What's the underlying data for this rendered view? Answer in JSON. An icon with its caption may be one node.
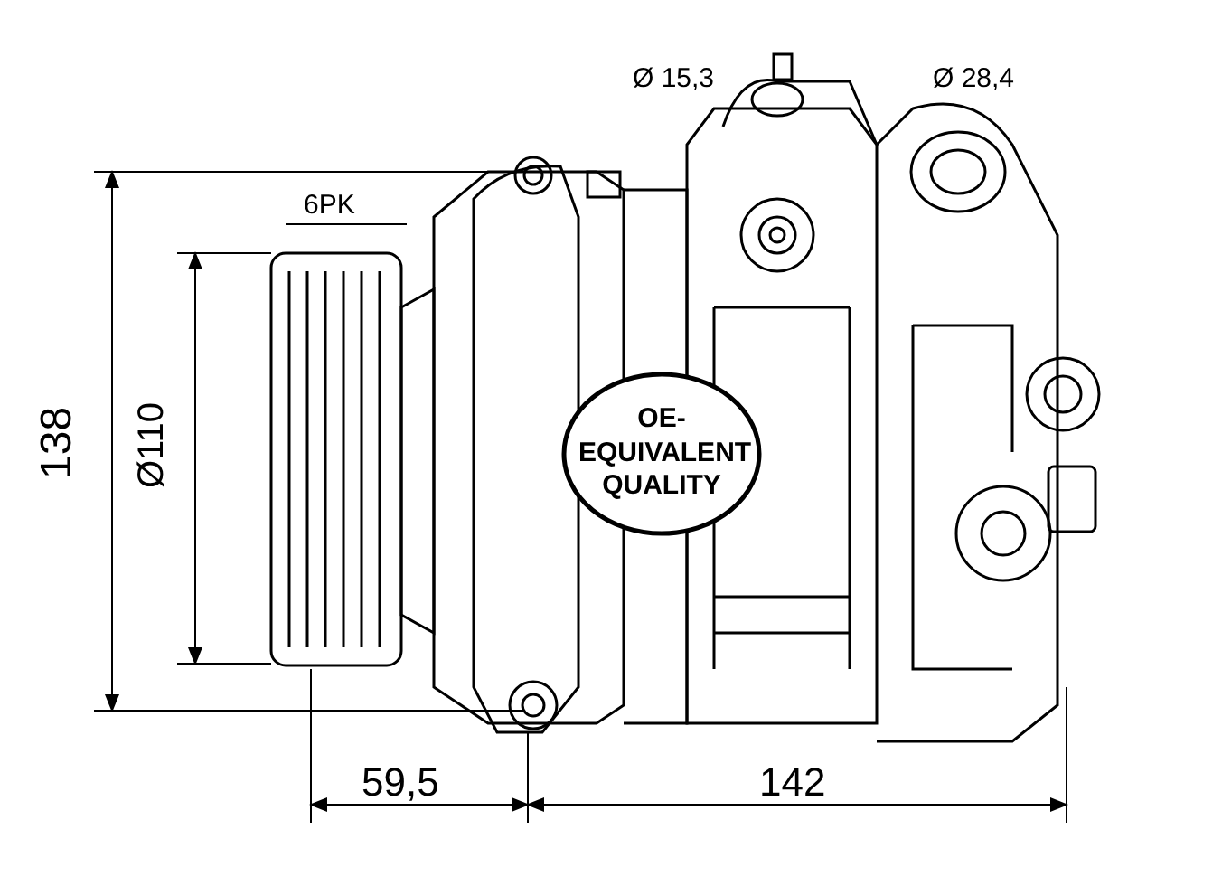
{
  "diagram": {
    "nodes": [
      {
        "text": [
          "OE-EQUIVALENT QUALITY"
        ]
      }
    ],
    "labels": [
      "Ø 15,3",
      "Ø 28,4",
      "6PK",
      "138",
      "Ø110",
      "59,5",
      "142"
    ]
  }
}
